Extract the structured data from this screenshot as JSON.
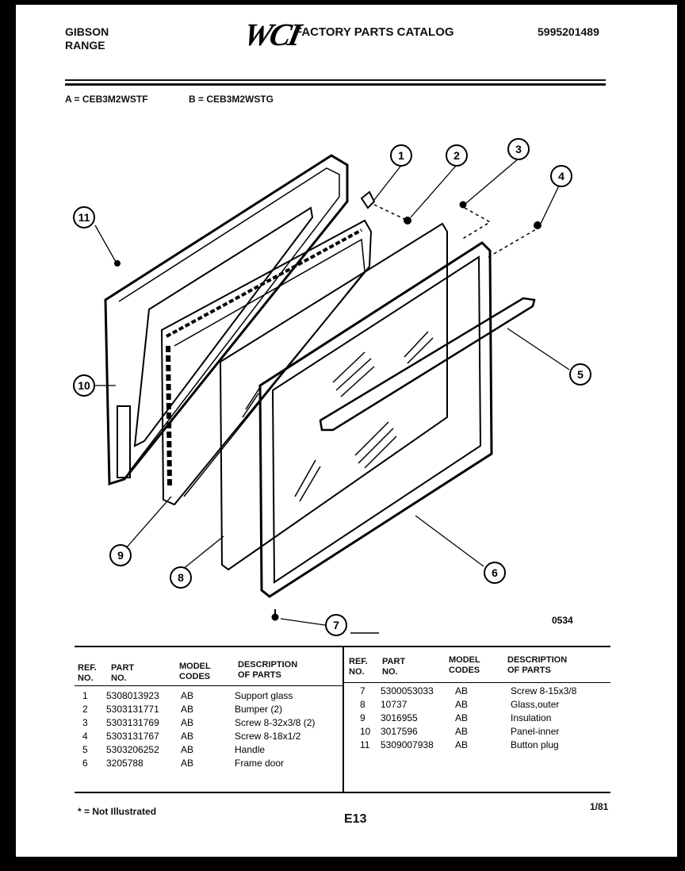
{
  "header": {
    "brand": "GIBSON",
    "product": "RANGE",
    "logo": "WCI",
    "catalog_title": "FACTORY PARTS CATALOG",
    "catalog_number": "5995201489",
    "model_a": "A = CEB3M2WSTF",
    "model_b": "B = CEB3M2WSTG"
  },
  "callouts": [
    "1",
    "2",
    "3",
    "4",
    "5",
    "6",
    "7",
    "8",
    "9",
    "10",
    "11"
  ],
  "diagram_code": "0534",
  "table": {
    "headers": {
      "ref": [
        "REF.",
        "NO."
      ],
      "part": [
        "PART",
        "NO."
      ],
      "model": [
        "MODEL",
        "CODES"
      ],
      "desc": [
        "DESCRIPTION",
        "OF PARTS"
      ]
    },
    "left": [
      {
        "ref": "1",
        "part": "5308013923",
        "codes": "AB",
        "desc": "Support glass"
      },
      {
        "ref": "2",
        "part": "5303131771",
        "codes": "AB",
        "desc": "Bumper (2)"
      },
      {
        "ref": "3",
        "part": "5303131769",
        "codes": "AB",
        "desc": "Screw 8-32x3/8 (2)"
      },
      {
        "ref": "4",
        "part": "5303131767",
        "codes": "AB",
        "desc": "Screw 8-18x1/2"
      },
      {
        "ref": "5",
        "part": "5303206252",
        "codes": "AB",
        "desc": "Handle"
      },
      {
        "ref": "6",
        "part": "3205788",
        "codes": "AB",
        "desc": "Frame door"
      }
    ],
    "right": [
      {
        "ref": "7",
        "part": "5300053033",
        "codes": "AB",
        "desc": "Screw 8-15x3/8"
      },
      {
        "ref": "8",
        "part": "10737",
        "codes": "AB",
        "desc": "Glass,outer"
      },
      {
        "ref": "9",
        "part": "3016955",
        "codes": "AB",
        "desc": "Insulation"
      },
      {
        "ref": "10",
        "part": "3017596",
        "codes": "AB",
        "desc": "Panel-inner"
      },
      {
        "ref": "11",
        "part": "5309007938",
        "codes": "AB",
        "desc": "Button plug"
      }
    ]
  },
  "footer": {
    "note": "* = Not Illustrated",
    "page_code": "E13",
    "date": "1/81"
  }
}
